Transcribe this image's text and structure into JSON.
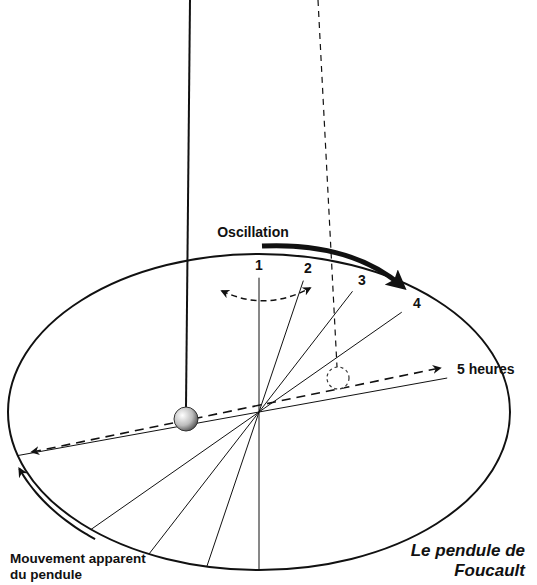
{
  "diagram": {
    "caption": "Le pendule de Foucault",
    "labels": [
      "Oscillation",
      "1",
      "2",
      "3",
      "4",
      "5 heures",
      "Mouvement apparent du pendule"
    ]
  }
}
